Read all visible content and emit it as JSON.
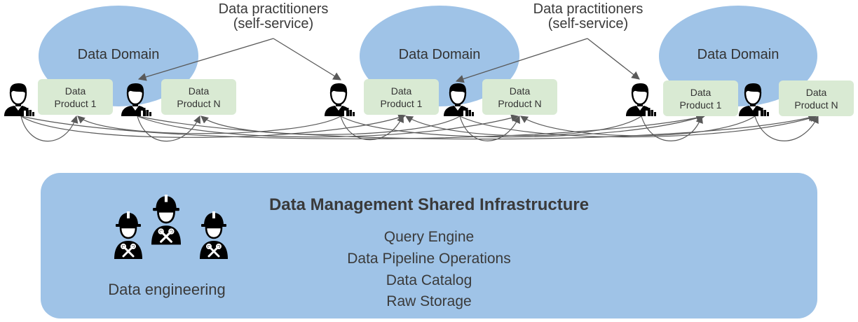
{
  "domains": [
    {
      "label": "Data Domain",
      "products": [
        {
          "line1": "Data",
          "line2": "Product 1"
        },
        {
          "line1": "Data",
          "line2": "Product N"
        }
      ]
    },
    {
      "label": "Data Domain",
      "products": [
        {
          "line1": "Data",
          "line2": "Product 1"
        },
        {
          "line1": "Data",
          "line2": "Product N"
        }
      ]
    },
    {
      "label": "Data Domain",
      "products": [
        {
          "line1": "Data",
          "line2": "Product 1"
        },
        {
          "line1": "Data",
          "line2": "Product N"
        }
      ]
    }
  ],
  "practitioners": [
    {
      "line1": "Data practitioners",
      "line2": "(self-service)"
    },
    {
      "line1": "Data practitioners",
      "line2": "(self-service)"
    }
  ],
  "infrastructure": {
    "title": "Data Management Shared Infrastructure",
    "items": [
      "Query Engine",
      "Data Pipeline Operations",
      "Data Catalog",
      "Raw Storage"
    ],
    "team_label": "Data engineering"
  },
  "colors": {
    "domain_ellipse": "#9fc3e7",
    "product_box": "#d9ead3",
    "infra_box": "#9fc3e7",
    "arrow": "#595959",
    "icon": "#000000"
  },
  "icons": [
    "user-analyst-icon",
    "engineer-team-icon"
  ]
}
